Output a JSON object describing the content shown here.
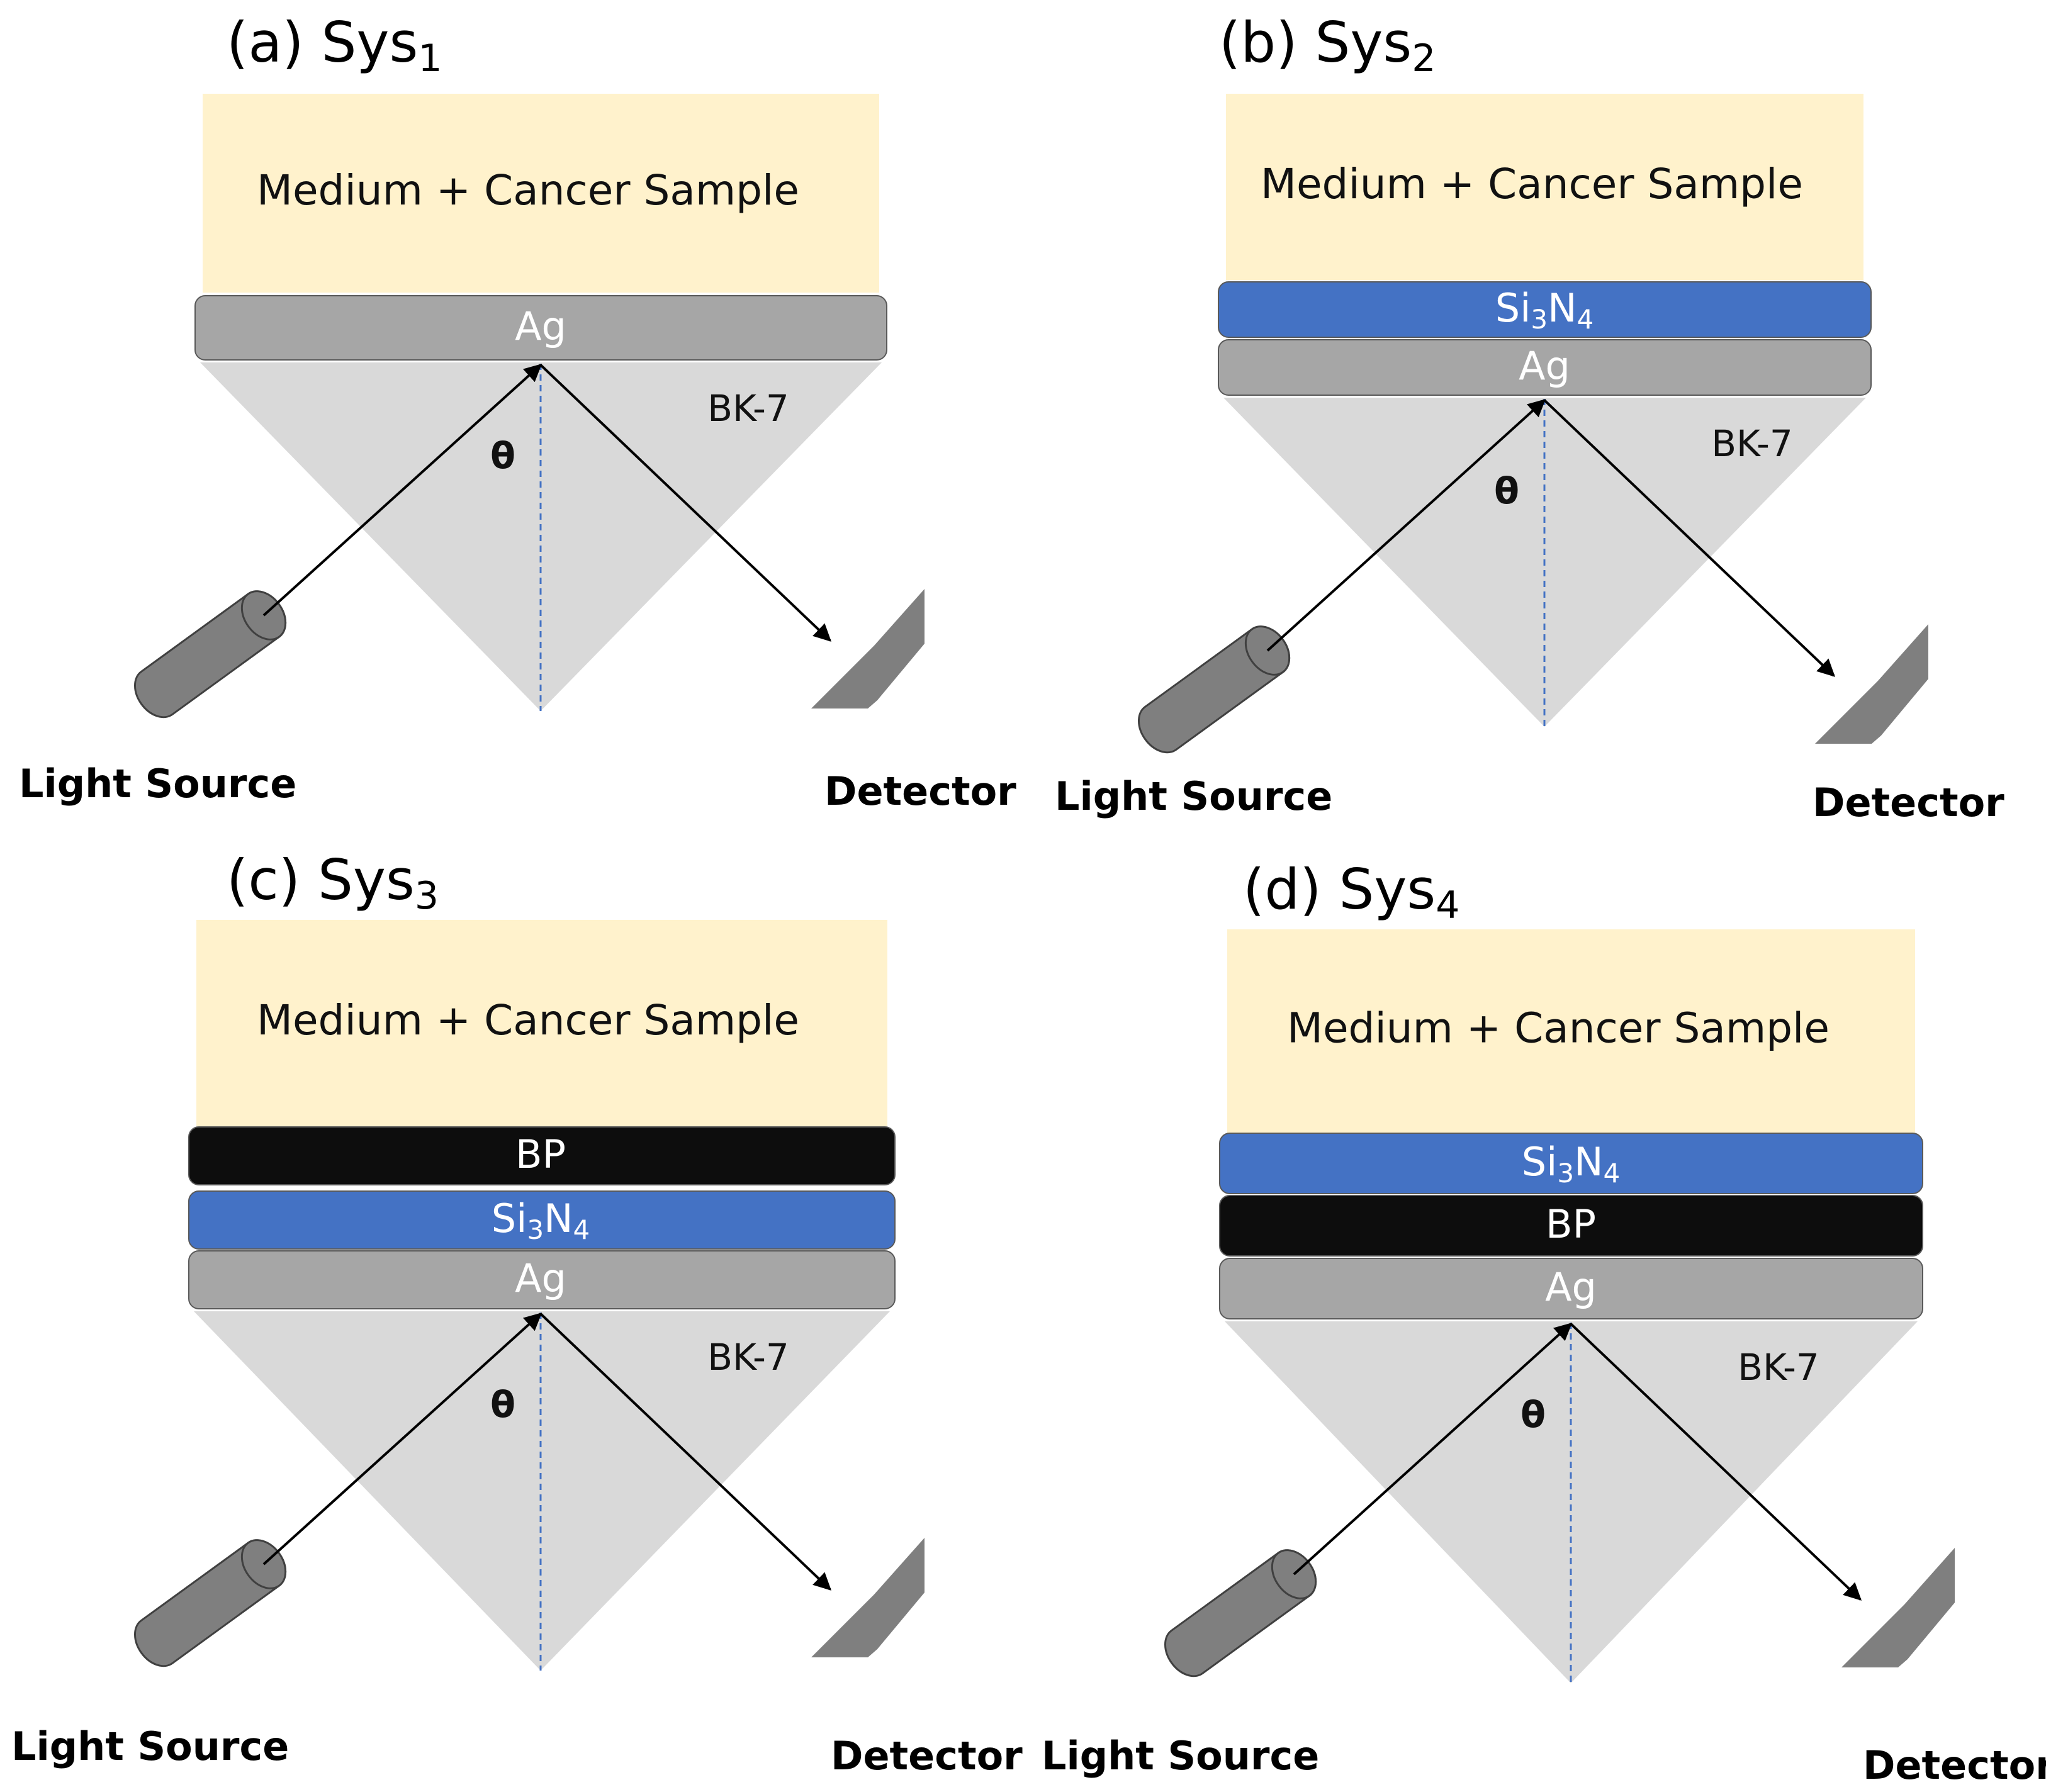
{
  "colors": {
    "sample_bg": "#fff2cc",
    "ag": "#a6a6a6",
    "si3n4": "#4472c4",
    "bp": "#0d0d0d",
    "prism": "#d9d9d9",
    "device": "#7f7f7f",
    "normal_line": "#4472c4",
    "ray": "#000000"
  },
  "panels": [
    {
      "label": "(a) Sys",
      "subscript": "1",
      "sample": "Medium + Cancer Sample",
      "layers": [
        {
          "kind": "Ag",
          "text": "Ag",
          "sub": "",
          "tail": ""
        }
      ],
      "prism": "BK-7",
      "angle": "θ",
      "light_source": "Light Source",
      "detector": "Detector"
    },
    {
      "label": "(b) Sys",
      "subscript": "2",
      "sample": "Medium + Cancer Sample",
      "layers": [
        {
          "kind": "Si3N4",
          "text": "Si",
          "sub": "3",
          "tail": "N",
          "sub2": "4"
        },
        {
          "kind": "Ag",
          "text": "Ag",
          "sub": "",
          "tail": ""
        }
      ],
      "prism": "BK-7",
      "angle": "θ",
      "light_source": "Light Source",
      "detector": "Detector"
    },
    {
      "label": "(c) Sys",
      "subscript": "3",
      "sample": "Medium + Cancer Sample",
      "layers": [
        {
          "kind": "BP",
          "text": "BP",
          "sub": "",
          "tail": ""
        },
        {
          "kind": "Si3N4",
          "text": "Si",
          "sub": "3",
          "tail": "N",
          "sub2": "4"
        },
        {
          "kind": "Ag",
          "text": "Ag",
          "sub": "",
          "tail": ""
        }
      ],
      "prism": "BK-7",
      "angle": "θ",
      "light_source": "Light Source",
      "detector": "Detector"
    },
    {
      "label": "(d) Sys",
      "subscript": "4",
      "sample": "Medium + Cancer Sample",
      "layers": [
        {
          "kind": "Si3N4",
          "text": "Si",
          "sub": "3",
          "tail": "N",
          "sub2": "4"
        },
        {
          "kind": "BP",
          "text": "BP",
          "sub": "",
          "tail": ""
        },
        {
          "kind": "Ag",
          "text": "Ag",
          "sub": "",
          "tail": ""
        }
      ],
      "prism": "BK-7",
      "angle": "θ",
      "light_source": "Light Source",
      "detector": "Detector"
    }
  ]
}
